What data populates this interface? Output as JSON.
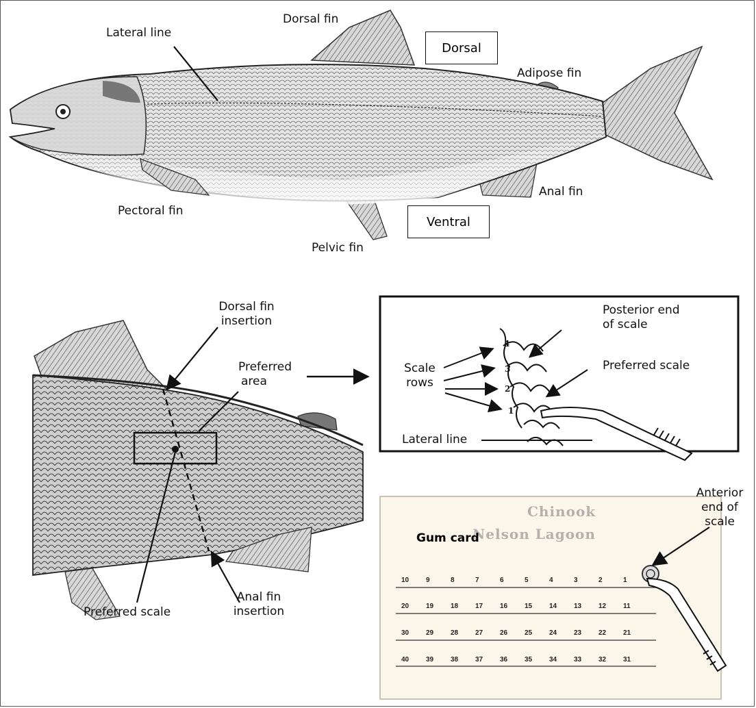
{
  "fish_labels": {
    "lateral_line": "Lateral line",
    "dorsal_fin": "Dorsal fin",
    "adipose_fin": "Adipose fin",
    "anal_fin": "Anal fin",
    "pectoral_fin": "Pectoral fin",
    "pelvic_fin": "Pelvic fin",
    "dorsal_box": "Dorsal",
    "ventral_box": "Ventral"
  },
  "closeup_labels": {
    "dorsal_fin_insertion_1": "Dorsal fin",
    "dorsal_fin_insertion_2": "insertion",
    "preferred_area_1": "Preferred",
    "preferred_area_2": "area",
    "preferred_scale": "Preferred scale",
    "anal_fin_insertion_1": "Anal fin",
    "anal_fin_insertion_2": "insertion"
  },
  "inset": {
    "posterior_1": "Posterior end",
    "posterior_2": "of scale",
    "preferred_scale": "Preferred scale",
    "scale_rows_1": "Scale",
    "scale_rows_2": "rows",
    "lateral_line": "Lateral line",
    "row_numbers": [
      "4",
      "3",
      "2",
      "1"
    ]
  },
  "gum_card": {
    "title": "Gum card",
    "anterior_1": "Anterior",
    "anterior_2": "end of",
    "anterior_3": "scale",
    "handwritten_1": "Chinook",
    "handwritten_2": "Nelson Lagoon",
    "rows": [
      [
        "10",
        "9",
        "8",
        "7",
        "6",
        "5",
        "4",
        "3",
        "2",
        "1"
      ],
      [
        "20",
        "19",
        "18",
        "17",
        "16",
        "15",
        "14",
        "13",
        "12",
        "11"
      ],
      [
        "30",
        "29",
        "28",
        "27",
        "26",
        "25",
        "24",
        "23",
        "22",
        "21"
      ],
      [
        "40",
        "39",
        "38",
        "37",
        "36",
        "35",
        "34",
        "33",
        "32",
        "31"
      ]
    ]
  },
  "colors": {
    "ink": "#111111",
    "card": "#fbf6ea",
    "fish_shade": "#9a9a9a"
  }
}
